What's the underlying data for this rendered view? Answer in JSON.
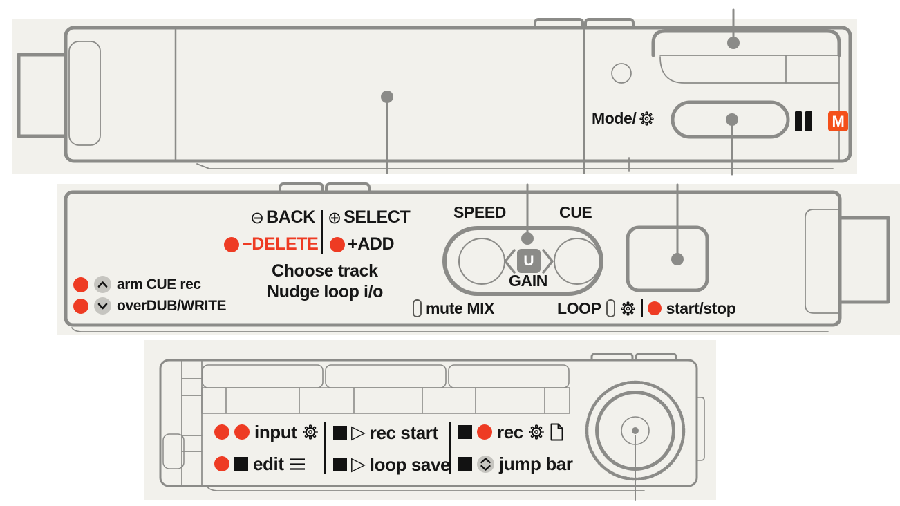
{
  "colors": {
    "panel_bg": "#f2f1ec",
    "outline_gray": "#8b8b88",
    "accent_red": "#ee3b23",
    "accent_orange": "#f4501a",
    "text": "#161616"
  },
  "top_view": {
    "mode_label": "Mode/",
    "mode_badge": "M"
  },
  "middle_view": {
    "back_icon": "⊖",
    "back_label": "BACK",
    "select_icon": "⊕",
    "select_label": "SELECT",
    "delete_label": "−DELETE",
    "add_label": "+ADD",
    "choose_track_label": "Choose track",
    "nudge_label": "Nudge loop i/o",
    "arm_cue_label": "arm CUE rec",
    "overdub_label": "overDUB/WRITE",
    "speed_label": "SPEED",
    "cue_label": "CUE",
    "u_badge": "U",
    "gain_label": "GAIN",
    "mute_label": "mute",
    "mix_label": "MIX",
    "loop_label": "LOOP",
    "start_stop_label": "start/stop"
  },
  "bottom_view": {
    "play_icon": "▷",
    "input_label": "input",
    "edit_label": "edit",
    "rec_start_label": "rec start",
    "loop_save_label": "loop save",
    "rec_label": "rec",
    "jump_bar_label": "jump bar"
  }
}
